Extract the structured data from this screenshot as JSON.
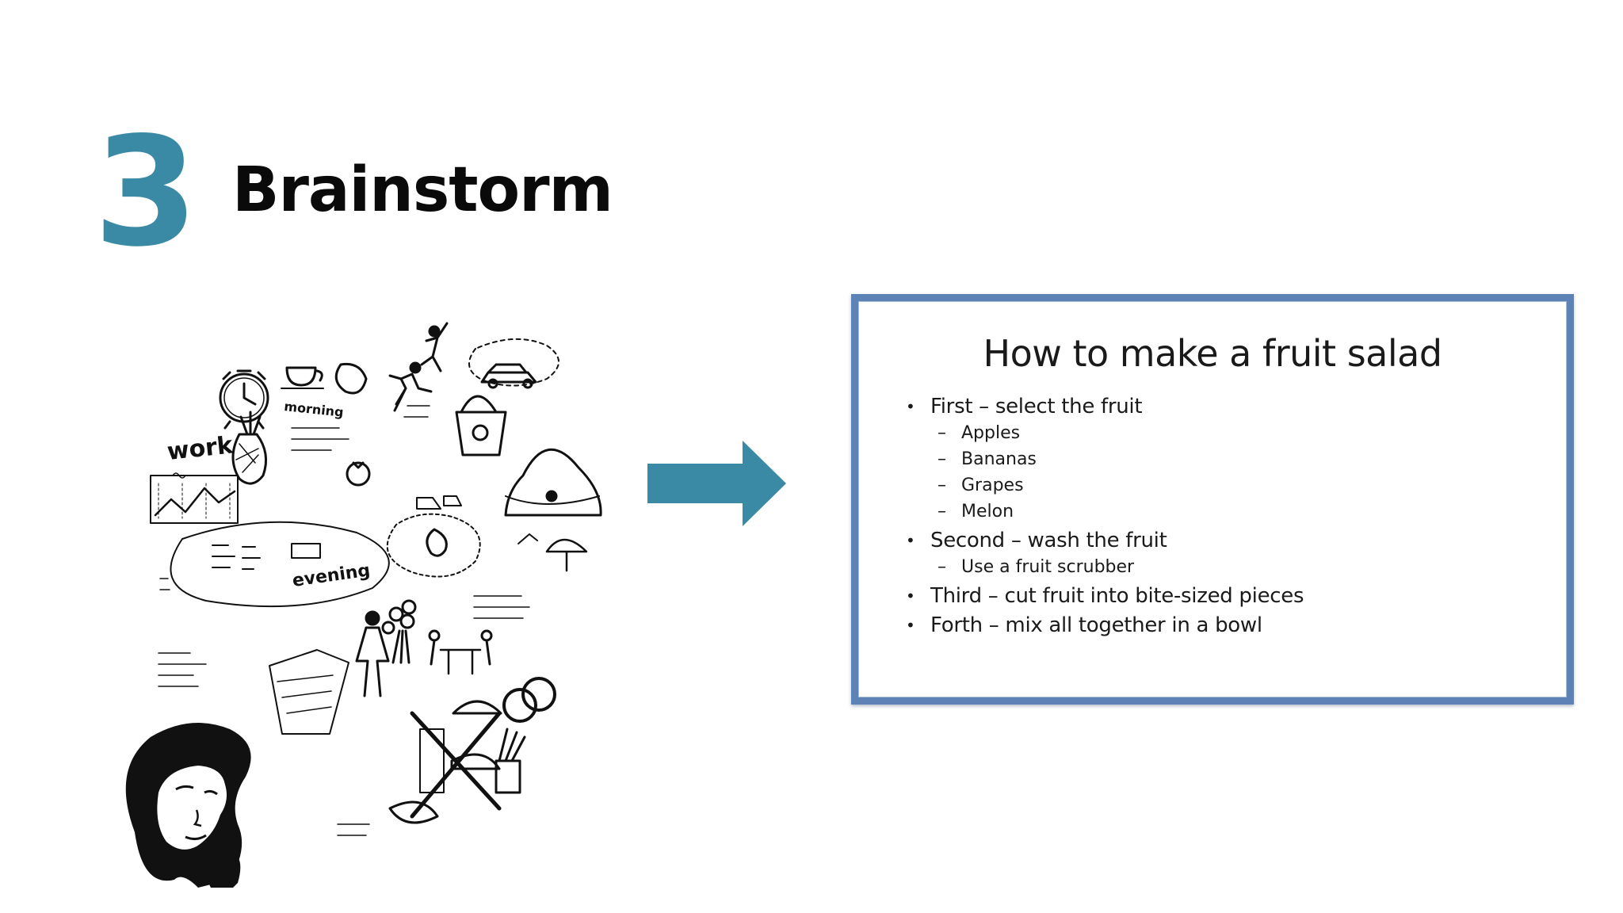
{
  "slide": {
    "number": "3",
    "title": "Brainstorm"
  },
  "colors": {
    "accent": "#3a8aa5",
    "title": "#0a0a0a",
    "embedded_border": "#5d83b6"
  },
  "illustration": {
    "icon": "brainstorm-doodles-illustration",
    "doodle_words": {
      "work": "work",
      "morning": "morning",
      "evening": "evening"
    }
  },
  "arrow": {
    "icon": "right-arrow-icon",
    "color": "#3a8aa5"
  },
  "embedded_slide": {
    "title": "How to make a fruit salad",
    "items": [
      {
        "label": "First – select the fruit",
        "subitems": [
          "Apples",
          "Bananas",
          "Grapes",
          "Melon"
        ]
      },
      {
        "label": "Second – wash the fruit",
        "subitems": [
          "Use a fruit scrubber"
        ]
      },
      {
        "label": "Third – cut fruit into bite-sized pieces",
        "subitems": []
      },
      {
        "label": "Forth – mix all together in a bowl",
        "subitems": []
      }
    ]
  }
}
